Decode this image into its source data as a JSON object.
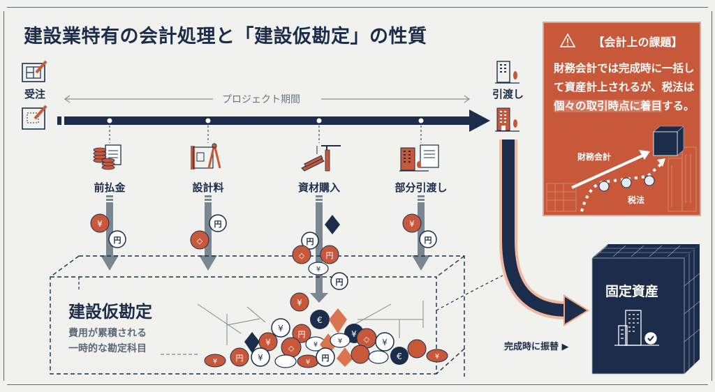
{
  "title": "建設業特有の会計処理と「建設仮勘定」の性質",
  "timeline": {
    "start_label": "受注",
    "end_label": "引渡し",
    "period_label": "プロジェクト期間",
    "stages": [
      {
        "label": "前払金",
        "icon": "coins-document-icon"
      },
      {
        "label": "設計料",
        "icon": "blueprint-compass-icon"
      },
      {
        "label": "資材購入",
        "icon": "crane-steel-icon"
      },
      {
        "label": "部分引渡し",
        "icon": "building-contract-icon"
      }
    ]
  },
  "cip": {
    "title": "建設仮勘定",
    "desc_line1": "費用が累積される",
    "desc_line2": "一時的な勘定科目"
  },
  "callout": {
    "warning_icon": "warning-icon",
    "title": "【会計上の課題】",
    "body_part1": "財務会計では完成時に一括して資産計上されるが、税法は",
    "body_highlight": "個々の取引時点に着目",
    "body_part2": "する。",
    "financial_label": "財務会計",
    "tax_label": "税法"
  },
  "asset": {
    "label": "固定資産",
    "transfer_label": "完成時に振替 ▶"
  },
  "colors": {
    "navy": "#1b2d4b",
    "orange": "#c8583a",
    "gray_arrow": "#7a8690",
    "background": "#f1f1ee"
  }
}
